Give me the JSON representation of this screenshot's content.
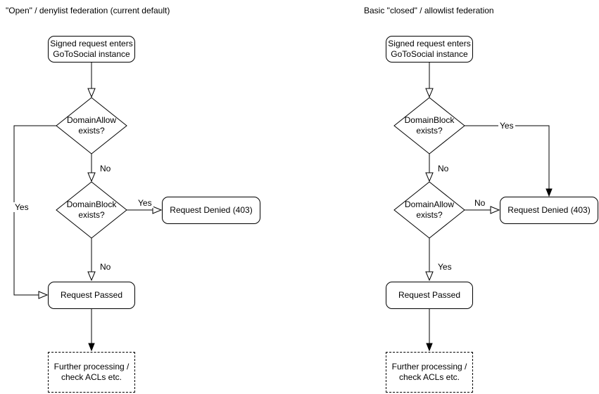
{
  "diagram": {
    "colors": {
      "stroke": "#000000",
      "shape_fill": "#ffffff",
      "background": "#ffffff",
      "text": "#000000"
    },
    "left": {
      "title": "\"Open\" / denylist federation (current default)",
      "start": "Signed request enters\nGoToSocial instance",
      "decision1": "DomainAllow\nexists?",
      "decision2": "DomainBlock\nexists?",
      "denied": "Request Denied (403)",
      "passed": "Request Passed",
      "further": "Further processing /\ncheck ACLs etc.",
      "label_d1_no": "No",
      "label_d1_yes": "Yes",
      "label_d2_yes": "Yes",
      "label_d2_no": "No"
    },
    "right": {
      "title": "Basic \"closed\" / allowlist federation",
      "start": "Signed request enters\nGoToSocial instance",
      "decision1": "DomainBlock\nexists?",
      "decision2": "DomainAllow\nexists?",
      "denied": "Request Denied (403)",
      "passed": "Request Passed",
      "further": "Further processing /\ncheck ACLs etc.",
      "label_d1_yes": "Yes",
      "label_d1_no": "No",
      "label_d2_no": "No",
      "label_d2_yes": "Yes"
    }
  }
}
